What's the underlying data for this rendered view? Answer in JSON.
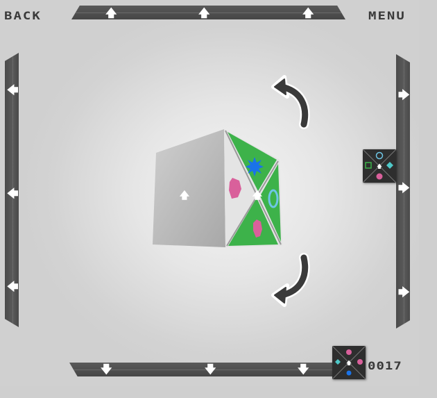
{
  "nav": {
    "back_label": "BACK",
    "menu_label": "MENU"
  },
  "icons": {
    "up": "🡅",
    "down": "🡇",
    "left": "🡄",
    "right": "🡆"
  },
  "edge_bars": {
    "top": {
      "direction": "up",
      "arrow_count": 3
    },
    "bottom": {
      "direction": "down",
      "arrow_count": 3
    },
    "left": {
      "direction": "left",
      "arrow_count": 3
    },
    "right": {
      "direction": "right",
      "arrow_count": 3
    }
  },
  "rotate_controls": {
    "counterclockwise_up": "rotate-up-arrow",
    "clockwise_down": "rotate-down-arrow"
  },
  "cube": {
    "front_face_color": "#b4b4b4",
    "side_face_color": "#3db24a",
    "side_face_light_color": "#e6e6e6",
    "shapes": [
      {
        "shape": "star",
        "color": "#1a73e8",
        "position": "top"
      },
      {
        "shape": "octagon",
        "color": "#d9609b",
        "position": "left"
      },
      {
        "shape": "ring",
        "color": "#6ec6e6",
        "position": "right"
      },
      {
        "shape": "octagon",
        "color": "#d9609b",
        "position": "bottom"
      }
    ]
  },
  "target_preview": {
    "shapes": [
      {
        "shape": "ring",
        "color": "#6ec6e6",
        "position": "top"
      },
      {
        "shape": "square-outline",
        "color": "#3db24a",
        "position": "left"
      },
      {
        "shape": "diamond",
        "color": "#4fc8c8",
        "position": "right"
      },
      {
        "shape": "circle",
        "color": "#d9609b",
        "position": "bottom"
      }
    ]
  },
  "current_preview": {
    "shapes": [
      {
        "shape": "circle",
        "color": "#d9609b",
        "position": "top"
      },
      {
        "shape": "diamond",
        "color": "#4fc8c8",
        "position": "left"
      },
      {
        "shape": "circle",
        "color": "#d9609b",
        "position": "right"
      },
      {
        "shape": "circle",
        "color": "#1a73e8",
        "position": "bottom"
      }
    ]
  },
  "move_counter": "0017"
}
